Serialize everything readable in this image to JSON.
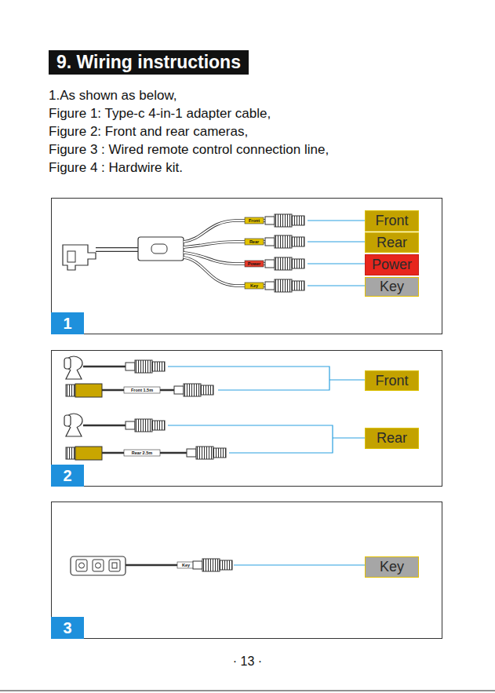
{
  "diagram": {
    "title": "9. Wiring instructions",
    "nodes": [
      {
        "text": [
          "1"
        ]
      },
      {
        "text": [
          "Front"
        ],
        "in": 0
      },
      {
        "text": [
          "Rear"
        ],
        "in": 0
      },
      {
        "text": [
          "Power"
        ],
        "in": 0
      },
      {
        "text": [
          "Key"
        ],
        "in": 0
      },
      {
        "text": [
          "2"
        ]
      },
      {
        "text": [
          "Front"
        ],
        "in": 5
      },
      {
        "text": [
          "Rear"
        ],
        "in": 5
      },
      {
        "text": [
          "3"
        ]
      },
      {
        "text": [
          "Key"
        ],
        "in": 8
      }
    ],
    "labels": [
      "1.As shown as below,",
      "Figure 1: Type-c 4-in-1 adapter cable,",
      "Figure 2: Front and rear cameras,",
      "Figure 3 : Wired remote control connection line,",
      "Figure 4 : Hardwire kit.",
      "Front",
      "Rear",
      "Power",
      "Key",
      "Front 1.5m",
      "Rear 2.5m",
      "Key",
      "· 13 ·"
    ]
  }
}
